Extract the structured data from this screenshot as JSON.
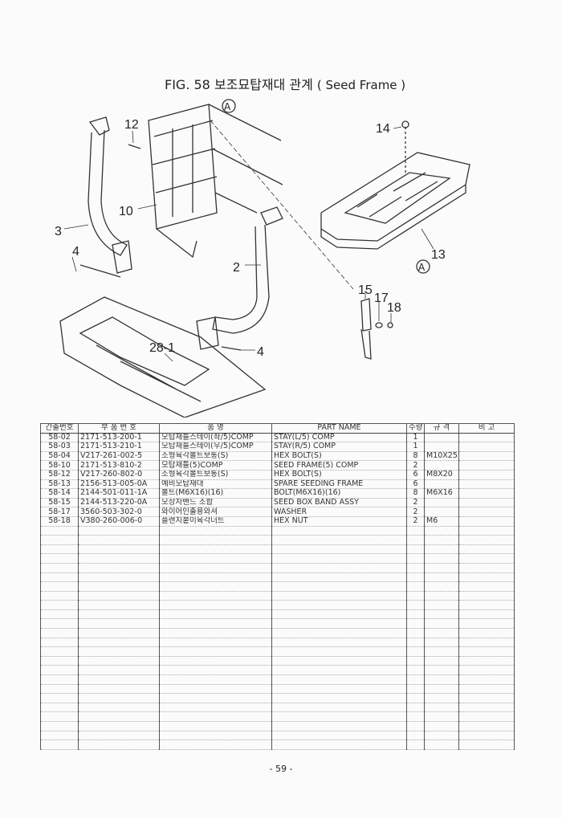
{
  "title": {
    "fig": "FIG. 58",
    "korean": "보조묘탑재대 관계",
    "english": "( Seed Frame )"
  },
  "callouts": [
    "12",
    "14",
    "10",
    "3",
    "4",
    "2",
    "15",
    "17",
    "18",
    "28-1",
    "4",
    "13",
    "A",
    "A"
  ],
  "table": {
    "headers": [
      "간출번호",
      "부 품 번 호",
      "품 명",
      "PART NAME",
      "수량",
      "규 격",
      "비 고"
    ],
    "rows": [
      [
        "58-02",
        "2171-513-200-1",
        "모탑재틀스테이(좌/5)COMP",
        "STAY(L/5) COMP",
        "1",
        "",
        ""
      ],
      [
        "58-03",
        "2171-513-210-1",
        "모탑재틀스테이(우/5)COMP",
        "STAY(R/5) COMP",
        "1",
        "",
        ""
      ],
      [
        "58-04",
        "V217-261-002-5",
        "소형육각볼트보통(S)",
        "HEX BOLT(S)",
        "8",
        "M10X25",
        ""
      ],
      [
        "58-10",
        "2171-513-810-2",
        "모탑재틀(5)COMP",
        "SEED FRAME(5) COMP",
        "2",
        "",
        ""
      ],
      [
        "58-12",
        "V217-260-802-0",
        "소형육각볼트보통(S)",
        "HEX BOLT(S)",
        "6",
        "M8X20",
        ""
      ],
      [
        "58-13",
        "2156-513-005-0A",
        "예비모탑재대",
        "SPARE SEEDING FRAME",
        "6",
        "",
        ""
      ],
      [
        "58-14",
        "2144-501-011-1A",
        "볼트(M6X16)(16)",
        "BOLT(M6X16)(16)",
        "8",
        "M6X16",
        ""
      ],
      [
        "58-15",
        "2144-513-220-0A",
        "모상자밴드 조합",
        "SEED BOX BAND ASSY",
        "2",
        "",
        ""
      ],
      [
        "58-17",
        "3560-503-302-0",
        "와이어인출용와셔",
        "WASHER",
        "2",
        "",
        ""
      ],
      [
        "58-18",
        "V380-260-006-0",
        "플랜지붙이육각너트",
        "HEX NUT",
        "2",
        "M6",
        ""
      ]
    ]
  },
  "footer": {
    "page": "- 59 -"
  }
}
